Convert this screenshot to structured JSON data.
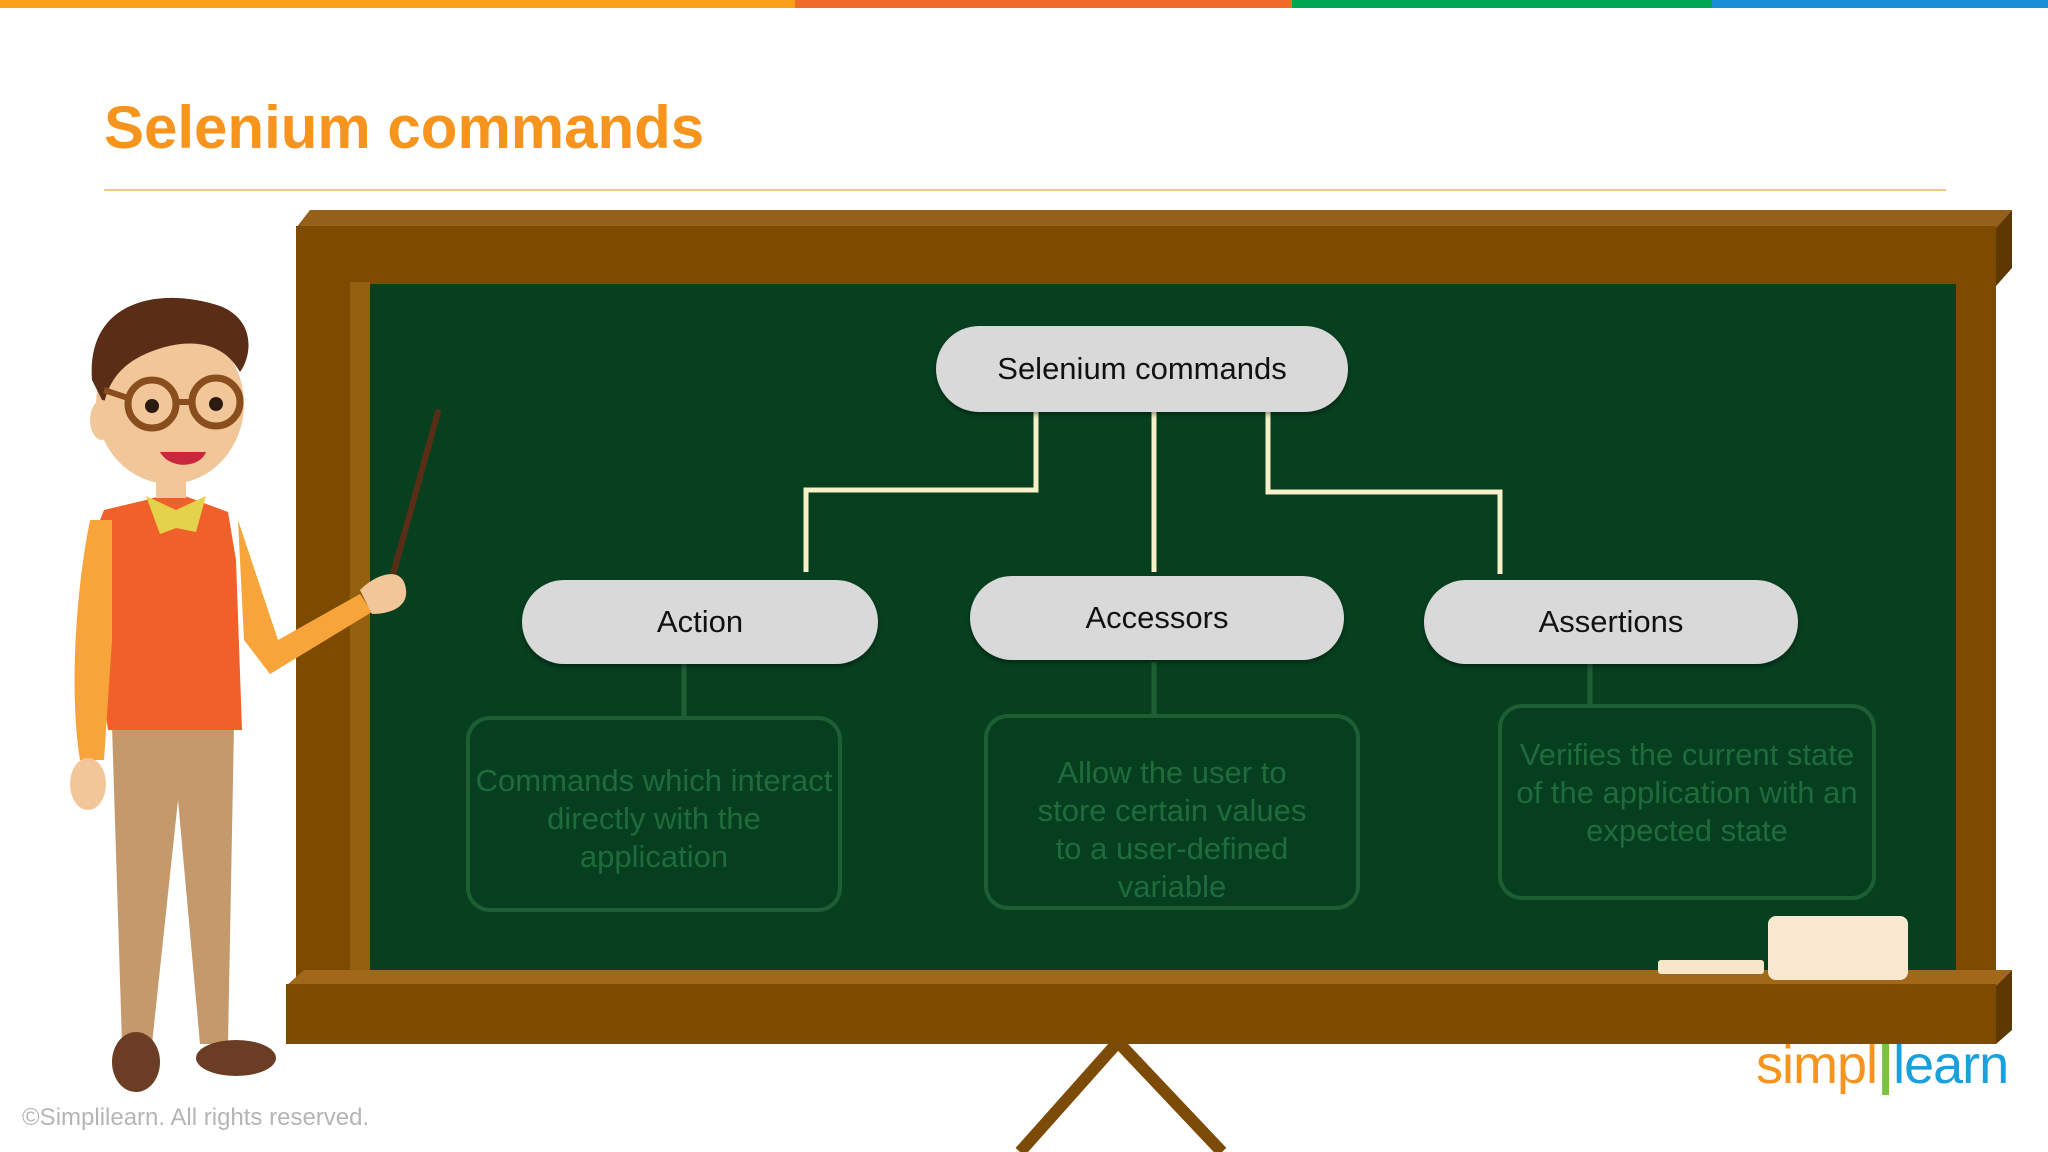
{
  "slide": {
    "title": "Selenium commands",
    "copyright": "©Simplilearn. All rights reserved."
  },
  "brand": {
    "part1": "simpl",
    "part2": "learn",
    "colors": {
      "orange": "#f7941d",
      "blue": "#1aa0db",
      "green": "#7cc242"
    }
  },
  "topbar_colors": [
    "#f9a01b",
    "#f06a28",
    "#00a651",
    "#1a8fd6"
  ],
  "diagram": {
    "root": {
      "label": "Selenium commands"
    },
    "children": [
      {
        "label": "Action",
        "description": "Commands which interact\ndirectly with the application"
      },
      {
        "label": "Accessors",
        "description": "Allow the user to\nstore certain values\nto a user-defined\nvariable"
      },
      {
        "label": "Assertions",
        "description": "Verifies the current state\nof the application with an\nexpected state"
      }
    ]
  },
  "illustration": {
    "teacher": "teacher-with-pointer",
    "board": "chalkboard",
    "eraser": "eraser",
    "chalk": "chalk-stick",
    "easel": "easel-stand"
  }
}
